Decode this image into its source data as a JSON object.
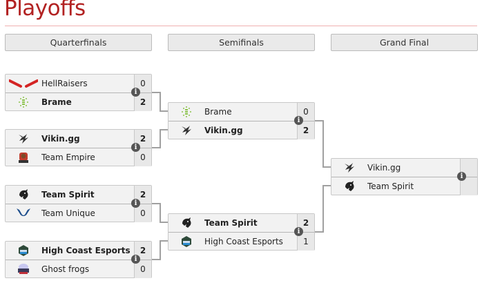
{
  "page": {
    "title": "Playoffs"
  },
  "rounds": [
    {
      "label": "Quarterfinals"
    },
    {
      "label": "Semifinals"
    },
    {
      "label": "Grand Final"
    }
  ],
  "colors": {
    "title": "#b22222",
    "rule": "#f0b0b0",
    "connector": "#a0a0a0"
  },
  "matches": {
    "qf1": {
      "teams": [
        {
          "name": "HellRaisers",
          "score": "0",
          "winner": false,
          "logo": "hellraisers-logo"
        },
        {
          "name": "Brame",
          "score": "2",
          "winner": true,
          "logo": "brame-logo"
        }
      ]
    },
    "qf2": {
      "teams": [
        {
          "name": "Vikin.gg",
          "score": "2",
          "winner": true,
          "logo": "vikin-logo"
        },
        {
          "name": "Team Empire",
          "score": "0",
          "winner": false,
          "logo": "team-empire-logo"
        }
      ]
    },
    "qf3": {
      "teams": [
        {
          "name": "Team Spirit",
          "score": "2",
          "winner": true,
          "logo": "team-spirit-logo"
        },
        {
          "name": "Team Unique",
          "score": "0",
          "winner": false,
          "logo": "team-unique-logo"
        }
      ]
    },
    "qf4": {
      "teams": [
        {
          "name": "High Coast Esports",
          "score": "2",
          "winner": true,
          "logo": "high-coast-logo"
        },
        {
          "name": "Ghost frogs",
          "score": "0",
          "winner": false,
          "logo": "ghost-frogs-logo"
        }
      ]
    },
    "sf1": {
      "teams": [
        {
          "name": "Brame",
          "score": "0",
          "winner": false,
          "logo": "brame-logo"
        },
        {
          "name": "Vikin.gg",
          "score": "2",
          "winner": true,
          "logo": "vikin-logo"
        }
      ]
    },
    "sf2": {
      "teams": [
        {
          "name": "Team Spirit",
          "score": "2",
          "winner": true,
          "logo": "team-spirit-logo"
        },
        {
          "name": "High Coast Esports",
          "score": "1",
          "winner": false,
          "logo": "high-coast-logo"
        }
      ]
    },
    "gf": {
      "teams": [
        {
          "name": "Vikin.gg",
          "score": "",
          "winner": false,
          "logo": "vikin-logo"
        },
        {
          "name": "Team Spirit",
          "score": "",
          "winner": false,
          "logo": "team-spirit-logo"
        }
      ]
    }
  },
  "info_glyph": "i"
}
